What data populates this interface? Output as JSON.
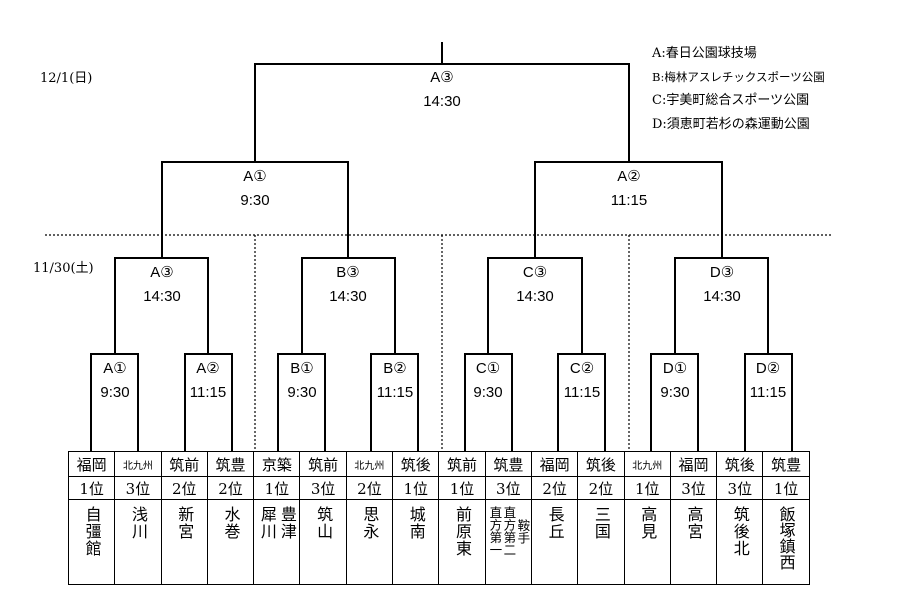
{
  "dates": {
    "final": "12/1(日)",
    "early": "11/30(土)"
  },
  "venues": [
    "A:春日公園球技場",
    "B:梅林アスレチックスポーツ公園",
    "C:宇美町総合スポーツ公園",
    "D:須恵町若杉の森運動公園"
  ],
  "matches": {
    "final": {
      "code": "A③",
      "time": "14:30"
    },
    "semis": [
      {
        "code": "A①",
        "time": "9:30"
      },
      {
        "code": "A②",
        "time": "11:15"
      }
    ],
    "quarters": [
      {
        "code": "A③",
        "time": "14:30"
      },
      {
        "code": "B③",
        "time": "14:30"
      },
      {
        "code": "C③",
        "time": "14:30"
      },
      {
        "code": "D③",
        "time": "14:30"
      }
    ],
    "firsts": [
      {
        "code": "A①",
        "time": "9:30"
      },
      {
        "code": "A②",
        "time": "11:15"
      },
      {
        "code": "B①",
        "time": "9:30"
      },
      {
        "code": "B②",
        "time": "11:15"
      },
      {
        "code": "C①",
        "time": "9:30"
      },
      {
        "code": "C②",
        "time": "11:15"
      },
      {
        "code": "D①",
        "time": "9:30"
      },
      {
        "code": "D②",
        "time": "11:15"
      }
    ]
  },
  "teams": [
    {
      "pref": "福岡",
      "rank": "1位",
      "name": "自彊館"
    },
    {
      "pref": "北九州",
      "rank": "3位",
      "name": "浅川"
    },
    {
      "pref": "筑前",
      "rank": "2位",
      "name": "新宮"
    },
    {
      "pref": "筑豊",
      "rank": "2位",
      "name": "水巻"
    },
    {
      "pref": "京築",
      "rank": "1位",
      "name": "豊津\n犀川"
    },
    {
      "pref": "筑前",
      "rank": "3位",
      "name": "筑山"
    },
    {
      "pref": "北九州",
      "rank": "2位",
      "name": "思永"
    },
    {
      "pref": "筑後",
      "rank": "1位",
      "name": "城南"
    },
    {
      "pref": "筑前",
      "rank": "1位",
      "name": "前原東"
    },
    {
      "pref": "筑豊",
      "rank": "3位",
      "name": "鞍手\n直方第二\n直方第一"
    },
    {
      "pref": "福岡",
      "rank": "2位",
      "name": "長丘"
    },
    {
      "pref": "筑後",
      "rank": "2位",
      "name": "三国"
    },
    {
      "pref": "北九州",
      "rank": "1位",
      "name": "高見"
    },
    {
      "pref": "福岡",
      "rank": "3位",
      "name": "高宮"
    },
    {
      "pref": "筑後",
      "rank": "3位",
      "name": "筑後北"
    },
    {
      "pref": "筑豊",
      "rank": "1位",
      "name": "飯塚鎮西"
    }
  ]
}
